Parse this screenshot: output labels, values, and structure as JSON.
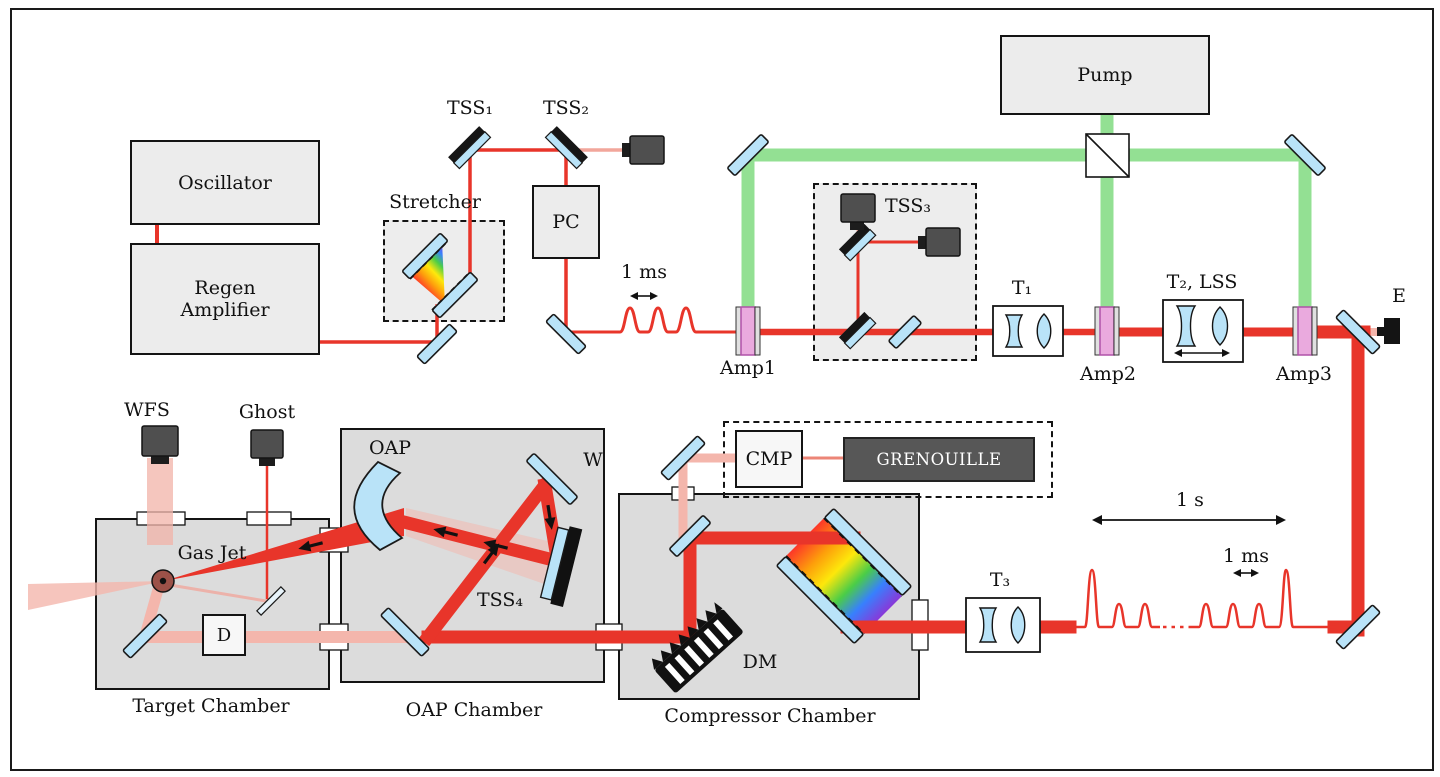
{
  "front_end": {
    "oscillator_label": "Oscillator",
    "regen_label": "Regen Amplifier",
    "stretcher_label": "Stretcher",
    "tss1_label": "TSS₁",
    "tss2_label": "TSS₂",
    "pc_label": "PC",
    "oscillator_pulse_spacing": "1 ms"
  },
  "pump_line": {
    "pump_label": "Pump"
  },
  "amplifier_chain": {
    "amp1_label": "Amp1",
    "amp2_label": "Amp2",
    "amp3_label": "Amp3",
    "t1_label": "T₁",
    "t2_lss_label": "T₂, LSS",
    "tss3_label": "TSS₃",
    "energy_label": "E"
  },
  "compressor_chamber": {
    "name": "Compressor Chamber",
    "dm_label": "DM",
    "cmp_label": "CMP",
    "grenouille_label": "GRENOUILLE",
    "t3_label": "T₃"
  },
  "oap_chamber": {
    "name": "OAP Chamber",
    "oap_label": "OAP",
    "w_label": "W",
    "tss4_label": "TSS₄"
  },
  "target_chamber": {
    "name": "Target Chamber",
    "wfs_label": "WFS",
    "ghost_label": "Ghost",
    "gas_jet_label": "Gas Jet",
    "d_label": "D"
  },
  "pulse_train": {
    "period_label": "1 s",
    "burst_label": "1 ms"
  },
  "colors": {
    "beam_red": "#e8352a",
    "beam_weak_pink": "#f4b6ac",
    "pump_green": "#93e093",
    "optic_blue": "#b9e3f8",
    "chamber_gray": "#dcdcdc"
  }
}
